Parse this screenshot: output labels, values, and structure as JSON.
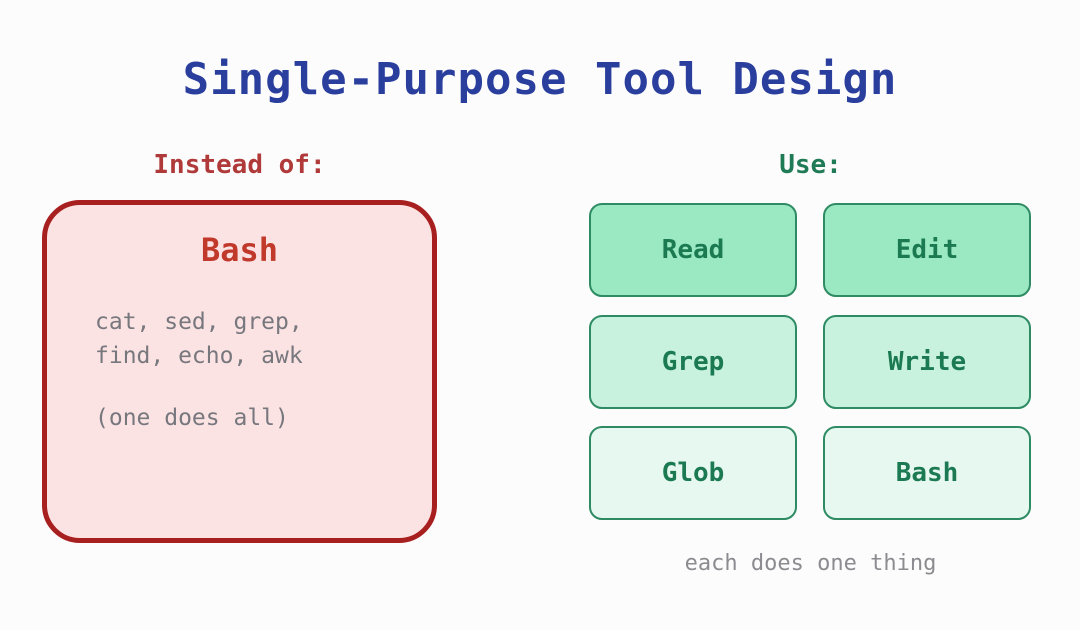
{
  "slide": {
    "title": "Single-Purpose Tool Design",
    "background_color": "#fdfcfc"
  },
  "left_column": {
    "heading": "Instead of:",
    "heading_color": "#b03a3a",
    "panel": {
      "title": "Bash",
      "title_color": "#c0392b",
      "fill_color": "#fce3e3",
      "border_color": "#a81f1f",
      "commands_line_1": "cat, sed, grep,",
      "commands_line_2": "find, echo, awk",
      "note": "(one does all)",
      "text_color": "#77777e"
    }
  },
  "right_column": {
    "heading": "Use:",
    "heading_color": "#1f7a56",
    "caption": "each does one thing",
    "caption_color": "#8b8b90",
    "border_color": "#2e8b63",
    "text_color": "#1b7a52",
    "row_fill_colors": [
      "#9ae9c2",
      "#c9f2de",
      "#e7f8f0"
    ],
    "tools": [
      {
        "label": "Read",
        "row": 0,
        "col": 0
      },
      {
        "label": "Edit",
        "row": 0,
        "col": 1
      },
      {
        "label": "Grep",
        "row": 1,
        "col": 0
      },
      {
        "label": "Write",
        "row": 1,
        "col": 1
      },
      {
        "label": "Glob",
        "row": 2,
        "col": 0
      },
      {
        "label": "Bash",
        "row": 2,
        "col": 1
      }
    ]
  }
}
